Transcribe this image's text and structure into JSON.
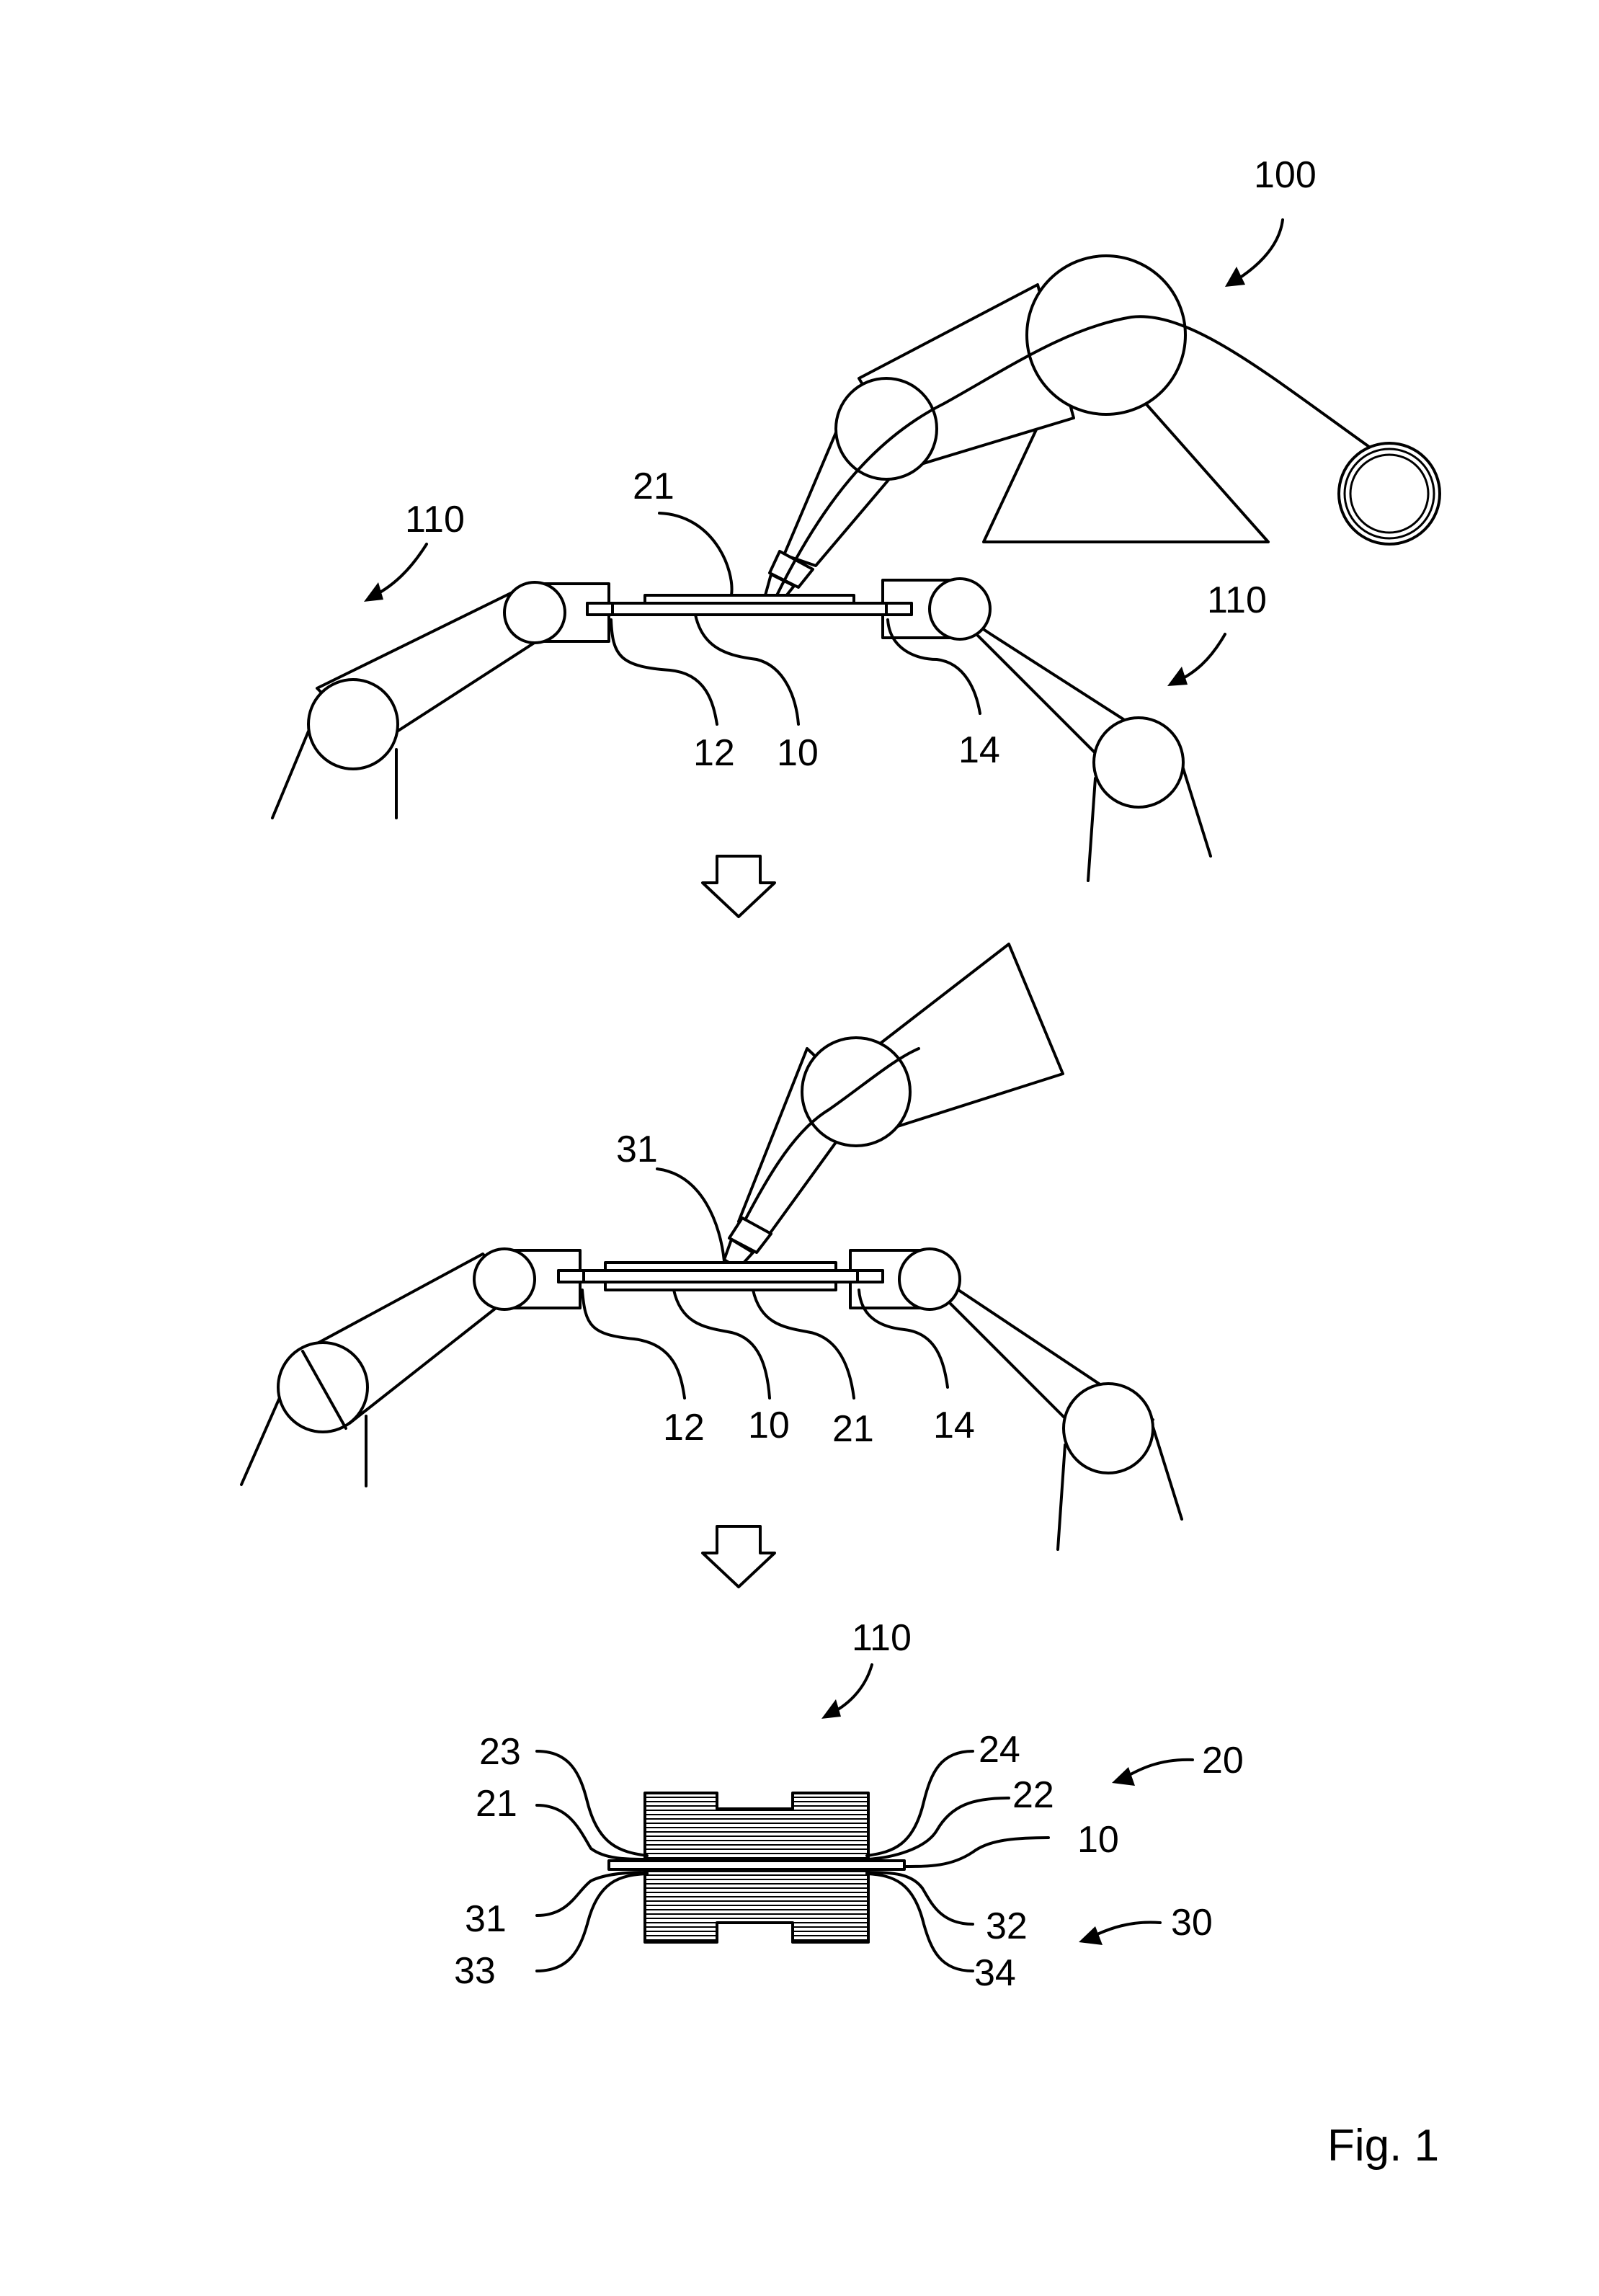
{
  "labels": {
    "robot_main": "100",
    "handler_top_left": "110",
    "handler_top_right": "110",
    "handler_bottom": "110",
    "top_layer_21": "21",
    "top_gripper_12": "12",
    "top_substrate_10": "10",
    "top_gripper_14": "14",
    "mid_layer_31": "31",
    "mid_gripper_12": "12",
    "mid_substrate_10": "10",
    "mid_layer_21": "21",
    "mid_gripper_14": "14",
    "stack_23": "23",
    "stack_21": "21",
    "stack_31": "31",
    "stack_33": "33",
    "stack_24": "24",
    "stack_22": "22",
    "stack_10": "10",
    "stack_32": "32",
    "stack_34": "34",
    "group_20": "20",
    "group_30": "30"
  },
  "caption": "Fig. 1",
  "colors": {
    "line": "#000000",
    "background": "#ffffff"
  }
}
